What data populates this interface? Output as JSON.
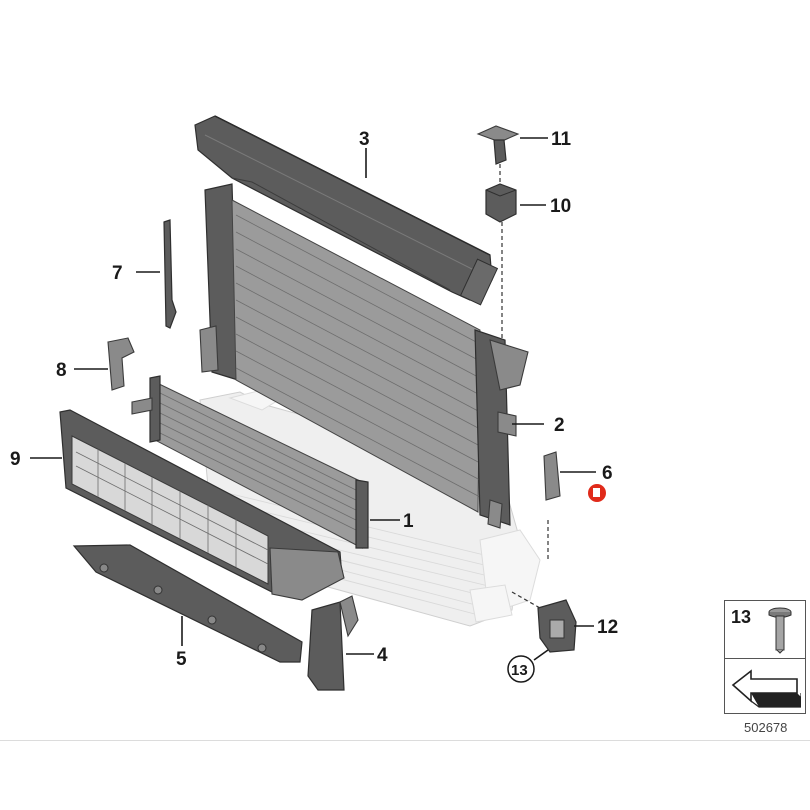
{
  "callouts": {
    "c1": "1",
    "c2": "2",
    "c3": "3",
    "c4": "4",
    "c5": "5",
    "c6": "6",
    "c7": "7",
    "c8": "8",
    "c9": "9",
    "c10": "10",
    "c11": "11",
    "c12": "12",
    "c13_circle": "13"
  },
  "legend": {
    "item_number": "13"
  },
  "footer": {
    "reference_number": "502678"
  },
  "colors": {
    "part_dark": "#5c5c5c",
    "part_ghost": "#efefef",
    "badge_red": "#e02a1a"
  },
  "icons": [
    "bolt-icon",
    "arrow-icon",
    "badge-icon"
  ]
}
